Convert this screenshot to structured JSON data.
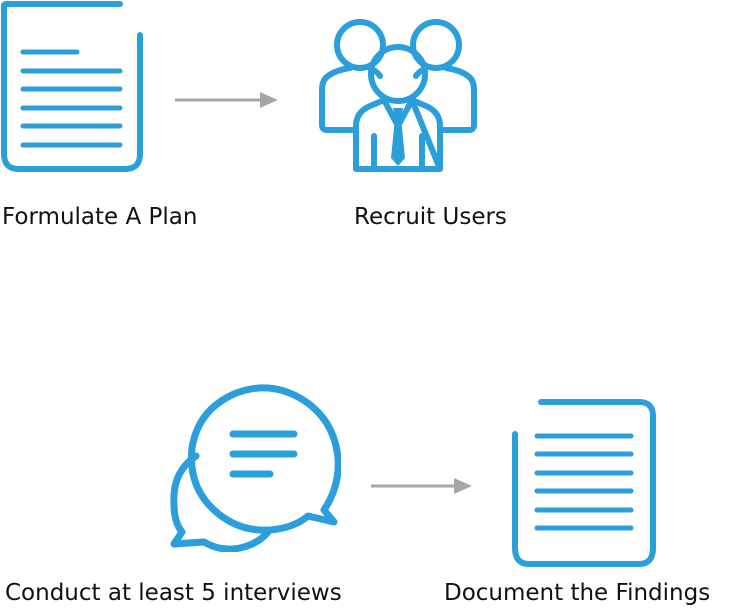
{
  "colors": {
    "accent": "#2b9fdb",
    "arrow": "#a6a6a6",
    "text": "#111111"
  },
  "steps": [
    {
      "label": "Formulate A Plan",
      "icon": "document-icon"
    },
    {
      "label": "Recruit Users",
      "icon": "users-group-icon"
    },
    {
      "label": "Conduct at least 5 interviews",
      "icon": "chat-bubbles-icon"
    },
    {
      "label": "Document the Findings",
      "icon": "document-icon"
    }
  ]
}
